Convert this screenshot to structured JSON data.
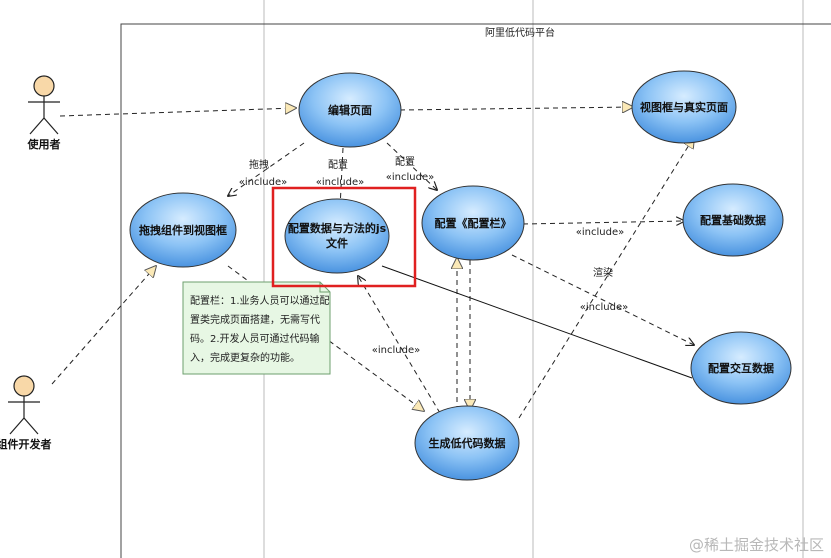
{
  "boundary": {
    "title": "阿里低代码平台"
  },
  "actors": {
    "user": "使用者",
    "developer": "组件开发者"
  },
  "use_cases": {
    "edit_page": "编辑页面",
    "view_real_page": "视图框与真实页面",
    "drag_component": "拖拽组件到视图框",
    "config_data_line1": "配置数据与方法的js",
    "config_data_line2": "文件",
    "config_panel": "配置《配置栏》",
    "config_basic": "配置基础数据",
    "config_interaction": "配置交互数据",
    "generate_code": "生成低代码数据"
  },
  "relations": {
    "drag": "拖拽",
    "config_a": "配置",
    "config_b": "配置",
    "render": "渲染",
    "include": "«include»"
  },
  "note": {
    "lines": [
      "配置栏：1.业务人员可以通过配",
      "置类完成页面搭建，无需写代",
      "码。2.开发人员可通过代码输",
      "入，完成更复杂的功能。"
    ]
  },
  "watermark": "@稀土掘金技术社区"
}
